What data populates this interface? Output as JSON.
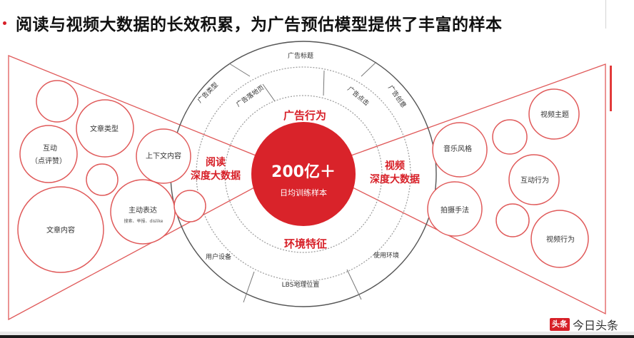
{
  "title": "阅读与视频大数据的长效积累，为广告预估模型提供了丰富的样本",
  "colors": {
    "accent": "#d71f27",
    "center_fill": "#d9232a",
    "outline": "#e05a5a",
    "ring_stroke": "#bdbdbd",
    "text": "#222222"
  },
  "center": {
    "value": "200亿＋",
    "caption": "日均训练样本"
  },
  "ad_behavior": {
    "label": "广告行为",
    "outer_items": [
      "广告标题",
      "广告类型",
      "广告创意"
    ],
    "inner_items": [
      "广告落地页",
      "广告点击"
    ]
  },
  "environment": {
    "label": "环境特征",
    "items": [
      "用户设备",
      "LBS地理位置",
      "使用环境"
    ]
  },
  "reading": {
    "label_line1": "阅读",
    "label_line2": "深度大数据",
    "bubbles": [
      {
        "line1": "互动",
        "line2": "（点评赞）"
      },
      {
        "line1": "文章类型"
      },
      {
        "line1": "上下文内容"
      },
      {
        "line1": "主动表达",
        "line2": "搜索、举报、dislike"
      },
      {
        "line1": "文章内容"
      }
    ]
  },
  "video": {
    "label_line1": "视频",
    "label_line2": "深度大数据",
    "bubbles": [
      {
        "line1": "视频主题"
      },
      {
        "line1": "音乐风格"
      },
      {
        "line1": "互动行为"
      },
      {
        "line1": "拍摄手法"
      },
      {
        "line1": "视频行为"
      }
    ]
  },
  "brand": {
    "badge": "头条",
    "name": "今日头条"
  }
}
